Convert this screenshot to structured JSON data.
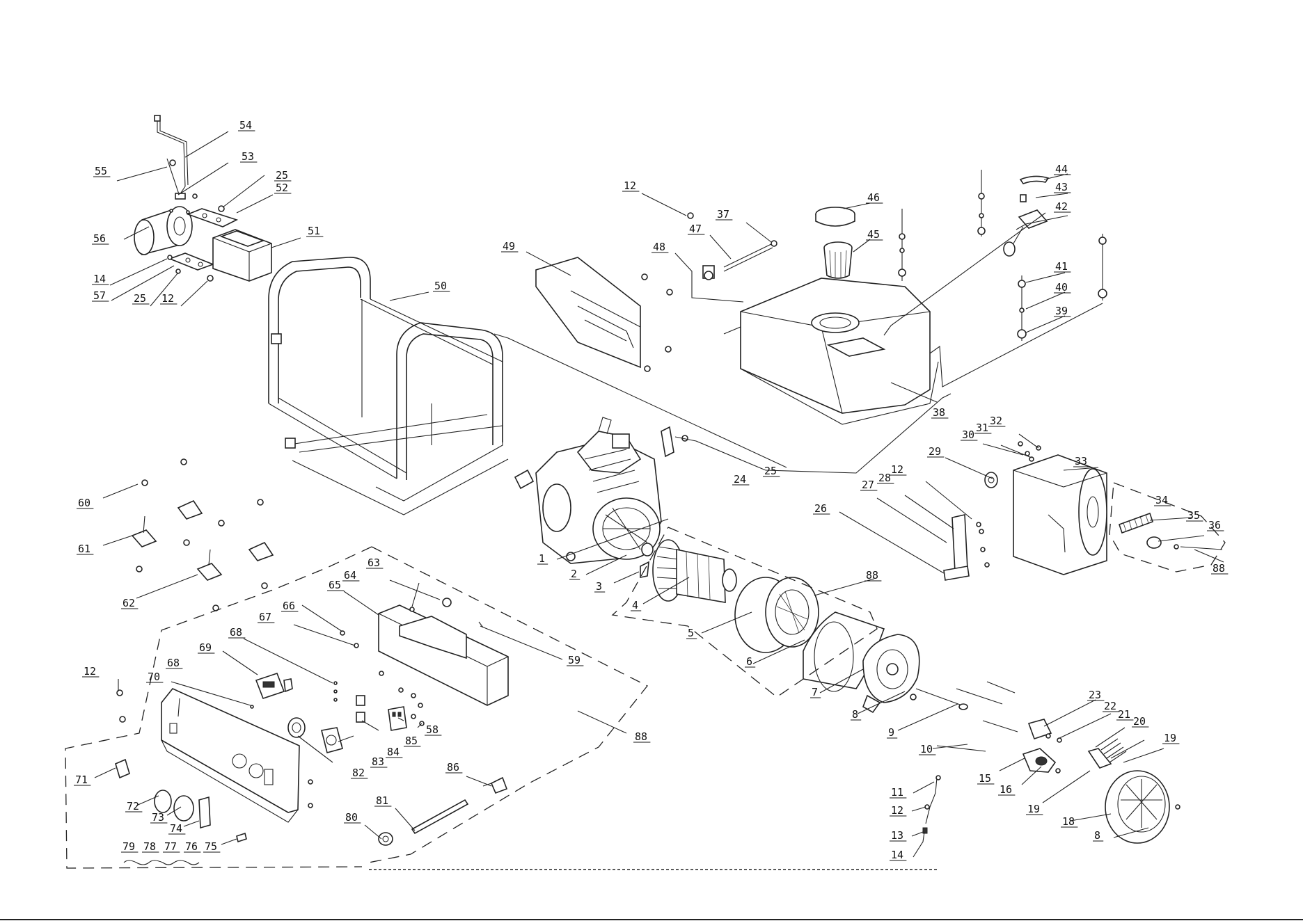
{
  "diagram": {
    "callouts": [
      {
        "id": "c54a",
        "text": "54"
      },
      {
        "id": "c53",
        "text": "53"
      },
      {
        "id": "c55",
        "text": "55"
      },
      {
        "id": "c25a",
        "text": "25"
      },
      {
        "id": "c52",
        "text": "52"
      },
      {
        "id": "c56",
        "text": "56"
      },
      {
        "id": "c51",
        "text": "51"
      },
      {
        "id": "c14a",
        "text": "14"
      },
      {
        "id": "c57",
        "text": "57"
      },
      {
        "id": "c25b",
        "text": "25"
      },
      {
        "id": "c12a",
        "text": "12"
      },
      {
        "id": "c50",
        "text": "50"
      },
      {
        "id": "c49",
        "text": "49"
      },
      {
        "id": "c12b",
        "text": "12"
      },
      {
        "id": "c37",
        "text": "37"
      },
      {
        "id": "c47",
        "text": "47"
      },
      {
        "id": "c48",
        "text": "48"
      },
      {
        "id": "c46",
        "text": "46"
      },
      {
        "id": "c45",
        "text": "45"
      },
      {
        "id": "c44",
        "text": "44"
      },
      {
        "id": "c43",
        "text": "43"
      },
      {
        "id": "c42",
        "text": "42"
      },
      {
        "id": "c41",
        "text": "41"
      },
      {
        "id": "c40",
        "text": "40"
      },
      {
        "id": "c39",
        "text": "39"
      },
      {
        "id": "c38",
        "text": "38"
      },
      {
        "id": "c32",
        "text": "32"
      },
      {
        "id": "c31",
        "text": "31"
      },
      {
        "id": "c30",
        "text": "30"
      },
      {
        "id": "c29",
        "text": "29"
      },
      {
        "id": "c33",
        "text": "33"
      },
      {
        "id": "c12c",
        "text": "12"
      },
      {
        "id": "c28",
        "text": "28"
      },
      {
        "id": "c27",
        "text": "27"
      },
      {
        "id": "c26",
        "text": "26"
      },
      {
        "id": "c25c",
        "text": "25"
      },
      {
        "id": "c24",
        "text": "24"
      },
      {
        "id": "c34",
        "text": "34"
      },
      {
        "id": "c35",
        "text": "35"
      },
      {
        "id": "c36",
        "text": "36"
      },
      {
        "id": "c88a",
        "text": "88"
      },
      {
        "id": "c60",
        "text": "60"
      },
      {
        "id": "c61",
        "text": "61"
      },
      {
        "id": "c62",
        "text": "62"
      },
      {
        "id": "c1",
        "text": "1"
      },
      {
        "id": "c2",
        "text": "2"
      },
      {
        "id": "c3",
        "text": "3"
      },
      {
        "id": "c4",
        "text": "4"
      },
      {
        "id": "c88b",
        "text": "88"
      },
      {
        "id": "c5",
        "text": "5"
      },
      {
        "id": "c6",
        "text": "6"
      },
      {
        "id": "c7",
        "text": "7"
      },
      {
        "id": "c8a",
        "text": "8"
      },
      {
        "id": "c9",
        "text": "9"
      },
      {
        "id": "c10",
        "text": "10"
      },
      {
        "id": "c23",
        "text": "23"
      },
      {
        "id": "c22",
        "text": "22"
      },
      {
        "id": "c21",
        "text": "21"
      },
      {
        "id": "c20",
        "text": "20"
      },
      {
        "id": "c19a",
        "text": "19"
      },
      {
        "id": "c15",
        "text": "15"
      },
      {
        "id": "c16",
        "text": "16"
      },
      {
        "id": "c19b",
        "text": "19"
      },
      {
        "id": "c18",
        "text": "18"
      },
      {
        "id": "c8b",
        "text": "8"
      },
      {
        "id": "c11",
        "text": "11"
      },
      {
        "id": "c12d",
        "text": "12"
      },
      {
        "id": "c13",
        "text": "13"
      },
      {
        "id": "c14b",
        "text": "14"
      },
      {
        "id": "c63",
        "text": "63"
      },
      {
        "id": "c64",
        "text": "64"
      },
      {
        "id": "c65",
        "text": "65"
      },
      {
        "id": "c66",
        "text": "66"
      },
      {
        "id": "c67",
        "text": "67"
      },
      {
        "id": "c68a",
        "text": "68"
      },
      {
        "id": "c59",
        "text": "59"
      },
      {
        "id": "c69",
        "text": "69"
      },
      {
        "id": "c12e",
        "text": "12"
      },
      {
        "id": "c70",
        "text": "70"
      },
      {
        "id": "c68b",
        "text": "68"
      },
      {
        "id": "c85",
        "text": "85"
      },
      {
        "id": "c58",
        "text": "58"
      },
      {
        "id": "c84",
        "text": "84"
      },
      {
        "id": "c83",
        "text": "83"
      },
      {
        "id": "c82",
        "text": "82"
      },
      {
        "id": "c88c",
        "text": "88"
      },
      {
        "id": "c86",
        "text": "86"
      },
      {
        "id": "c71",
        "text": "71"
      },
      {
        "id": "c72",
        "text": "72"
      },
      {
        "id": "c73",
        "text": "73"
      },
      {
        "id": "c74",
        "text": "74"
      },
      {
        "id": "c81",
        "text": "81"
      },
      {
        "id": "c80",
        "text": "80"
      },
      {
        "id": "c79",
        "text": "79"
      },
      {
        "id": "c78",
        "text": "78"
      },
      {
        "id": "c77",
        "text": "77"
      },
      {
        "id": "c76",
        "text": "76"
      },
      {
        "id": "c75",
        "text": "75"
      }
    ]
  }
}
